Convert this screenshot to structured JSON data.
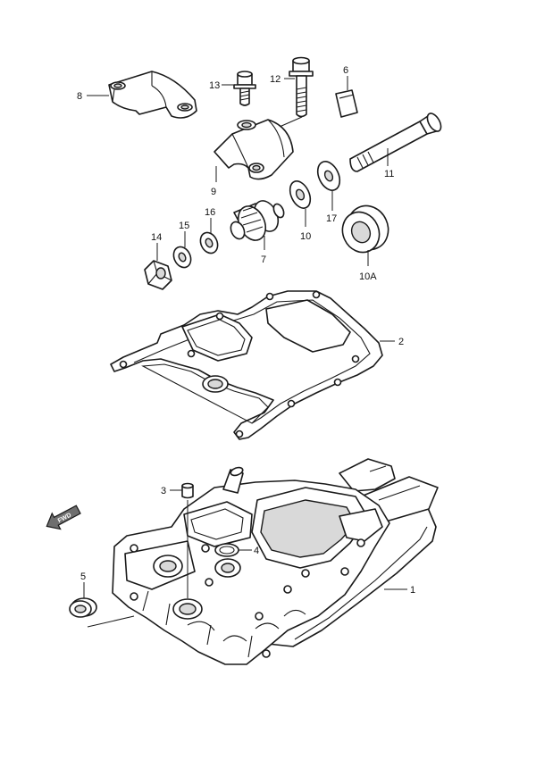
{
  "callouts": {
    "c1": "1",
    "c2": "2",
    "c3": "3",
    "c4": "4",
    "c5": "5",
    "c6": "6",
    "c7": "7",
    "c8": "8",
    "c9": "9",
    "c10": "10",
    "c10a": "10A",
    "c11": "11",
    "c12": "12",
    "c13": "13",
    "c14": "14",
    "c15": "15",
    "c16": "16",
    "c17": "17"
  },
  "fwd_arrow": "FWD"
}
